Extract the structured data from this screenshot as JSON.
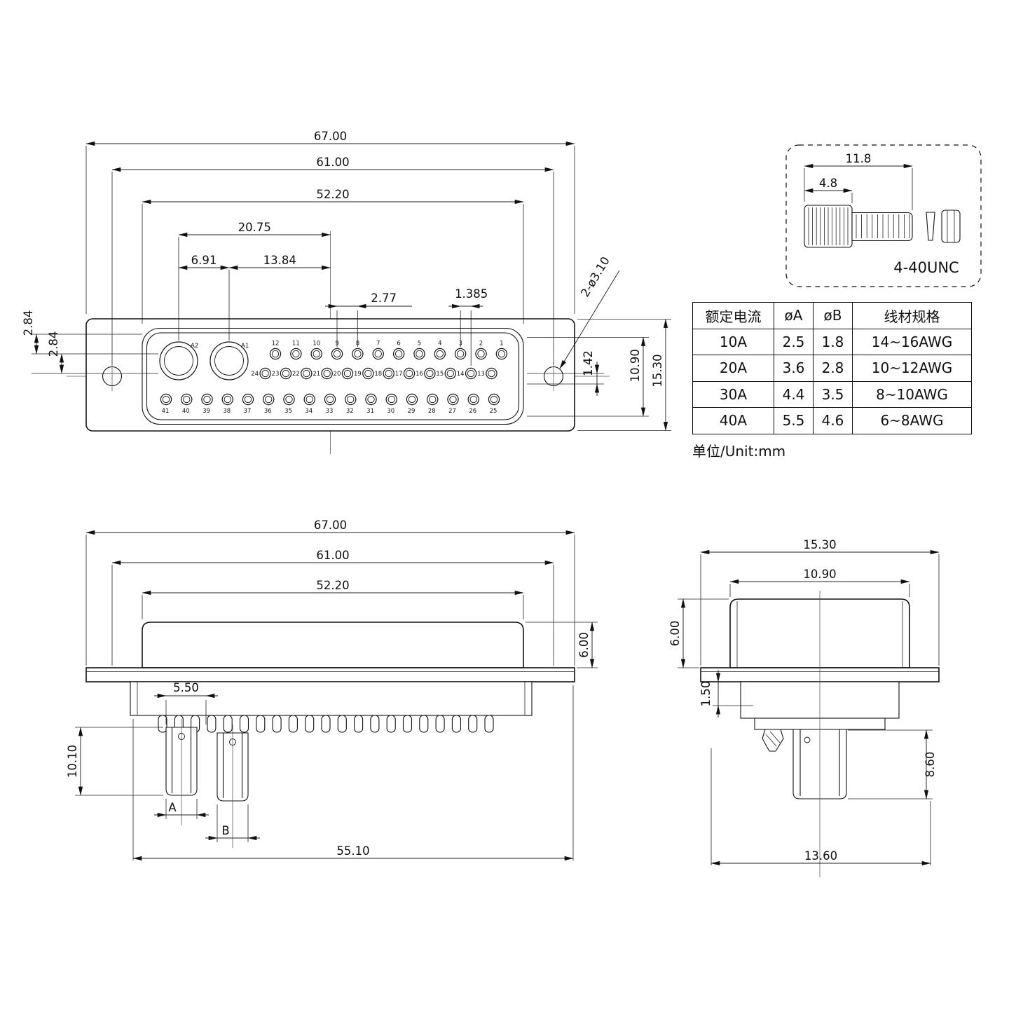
{
  "front_view": {
    "dims": {
      "overall_width": "67.00",
      "hole_spacing": "61.00",
      "shell_width": "52.20",
      "a2_to_center": "20.75",
      "a2_to_a1": "6.91",
      "a1_to_center": "13.84",
      "pin_pitch": "2.77",
      "row_offset": "1.385",
      "row_gap_a": "2.84",
      "row_gap_b": "2.84",
      "pin_offset_v": "1.42",
      "shell_height": "10.90",
      "flange_height": "15.30",
      "mount_hole_callout": "2-ø3.10"
    },
    "big_pin_labels": [
      "A2",
      "A1"
    ],
    "pin_rows": [
      [
        "12",
        "11",
        "10",
        "9",
        "8",
        "7",
        "6",
        "5",
        "4",
        "3",
        "2",
        "1"
      ],
      [
        "24",
        "23",
        "22",
        "21",
        "20",
        "19",
        "18",
        "17",
        "16",
        "15",
        "14",
        "13"
      ],
      [
        "41",
        "40",
        "39",
        "38",
        "37",
        "36",
        "35",
        "34",
        "33",
        "32",
        "31",
        "30",
        "29",
        "28",
        "27",
        "26",
        "25"
      ]
    ]
  },
  "screw": {
    "len_overall": "11.8",
    "len_head": "4.8",
    "thread_label": "4-40UNC"
  },
  "spec_table": {
    "headers": [
      "额定电流",
      "øA",
      "øB",
      "线材规格"
    ],
    "rows": [
      [
        "10A",
        "2.5",
        "1.8",
        "14~16AWG"
      ],
      [
        "20A",
        "3.6",
        "2.8",
        "10~12AWG"
      ],
      [
        "30A",
        "4.4",
        "3.5",
        "8~10AWG"
      ],
      [
        "40A",
        "5.5",
        "4.6",
        "6~8AWG"
      ]
    ],
    "unit_note": "单位/Unit:mm"
  },
  "side_view": {
    "dims": {
      "overall_width": "67.00",
      "hole_spacing": "61.00",
      "shell_width": "52.20",
      "shell_depth": "6.00",
      "barrel_window": "5.50",
      "barrel_a_len": "10.10",
      "label_a": "A",
      "label_b": "B",
      "body_width": "55.10"
    }
  },
  "end_view": {
    "dims": {
      "flange_width": "15.30",
      "shell_width": "10.90",
      "shell_depth": "6.00",
      "clip_gap": "1.50",
      "barrel_len": "8.60",
      "overall_depth": "13.60"
    }
  },
  "meta": {
    "watermark_color": "#e88a8a",
    "line_color": "#111111"
  }
}
